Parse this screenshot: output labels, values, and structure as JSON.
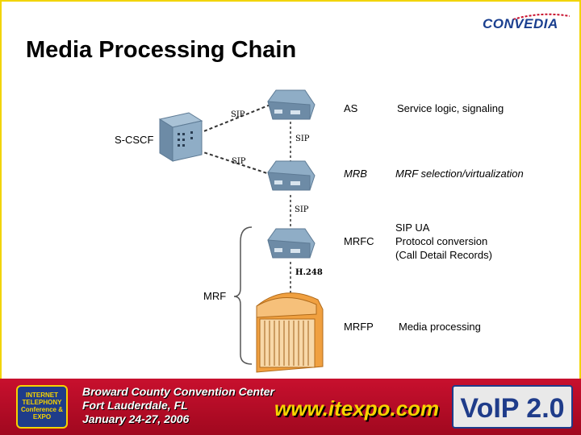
{
  "slide": {
    "title": "Media Processing Chain",
    "logo_text": "CONVEDIA"
  },
  "nodes": {
    "scscf": "S-CSCF",
    "as": "AS",
    "mrb": "MRB",
    "mrfc": "MRFC",
    "mrfp": "MRFP",
    "mrf": "MRF"
  },
  "links": {
    "sip_scscf_as": "SIP",
    "sip_as_scscf": "SIP",
    "sip_scscf_mrb": "SIP",
    "sip_mrb_mrfc": "SIP",
    "h248_mrfc_mrfp": "H.248"
  },
  "descriptions": {
    "as": "Service logic, signaling",
    "mrb": "MRF selection/virtualization",
    "mrfc_lines": [
      "SIP UA",
      "Protocol conversion",
      "(Call Detail Records)"
    ],
    "mrfp": "Media processing"
  },
  "banner": {
    "badge_lines": [
      "INTERNET",
      "TELEPHONY",
      "Conference & EXPO"
    ],
    "venue_lines": [
      "Broward County Convention Center",
      "Fort Lauderdale, FL",
      "January 24-27, 2006"
    ],
    "url": "www.itexpo.com",
    "event": "VoIP 2.0"
  },
  "colors": {
    "frame": "#f2d400",
    "server_blue": "#7a9bb8",
    "mrfp_orange": "#f0a040",
    "banner_red": "#c8102e",
    "logo_blue": "#1a3f8f"
  }
}
